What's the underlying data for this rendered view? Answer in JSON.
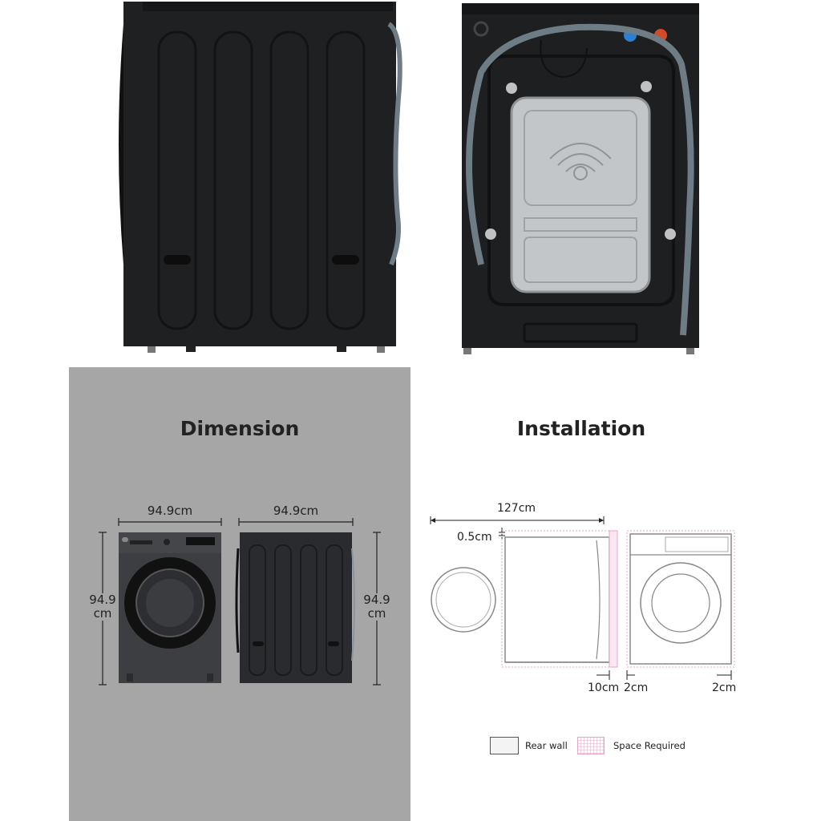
{
  "dimension": {
    "title": "Dimension",
    "front_width": "94.9cm",
    "side_depth": "94.9cm",
    "height_value": "94.9",
    "height_unit": "cm"
  },
  "installation": {
    "title": "Installation",
    "total_depth": "127cm",
    "top_gap": "0.5cm",
    "rear_gap": "10cm",
    "side_gap_1": "2cm",
    "side_gap_2": "2cm"
  },
  "legend": {
    "rear_wall": "Rear wall",
    "space_required": "Space Required"
  },
  "colors": {
    "panel_gray": "#a6a6a6",
    "machine_black": "#1e1f21",
    "hose_gray": "#6e7c86",
    "space_pink": "#e7a6c8"
  }
}
